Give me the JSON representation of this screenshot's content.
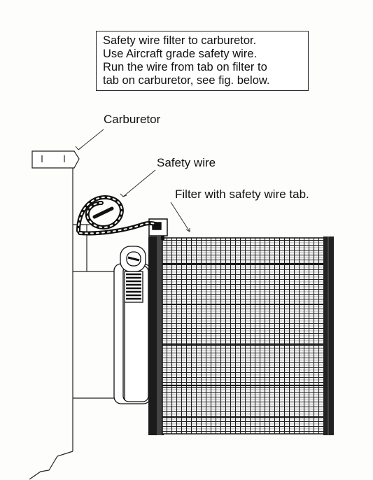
{
  "note": {
    "lines": [
      "Safety wire filter to carburetor.",
      "Use Aircraft grade safety wire.",
      "Run the wire from tab on filter to",
      "tab on carburetor, see fig. below."
    ]
  },
  "labels": {
    "carburetor": "Carburetor",
    "safety_wire": "Safety wire",
    "filter": "Filter with safety wire tab."
  }
}
